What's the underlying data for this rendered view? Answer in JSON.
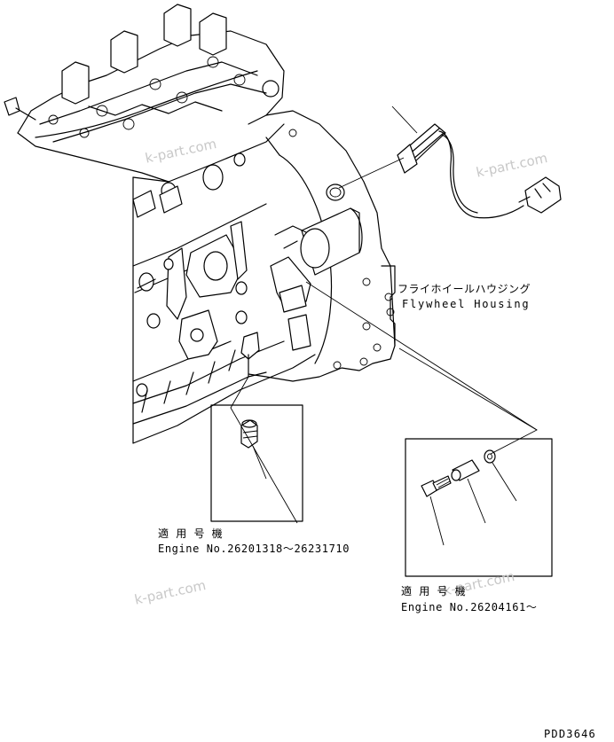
{
  "labels": {
    "flywheel_housing_jp": "フライホイールハウジング",
    "flywheel_housing_en": "Flywheel Housing",
    "applicable_serial_1_jp": "適 用 号 機",
    "engine_no_1": "Engine No.26201318～26231710",
    "applicable_serial_2_jp": "適 用 号 機",
    "engine_no_2": "Engine No.26204161～",
    "drawing_code": "PDD3646"
  },
  "watermarks": [
    "k-part.com",
    "k-part.com",
    "k-part.com",
    "k-part.com"
  ]
}
